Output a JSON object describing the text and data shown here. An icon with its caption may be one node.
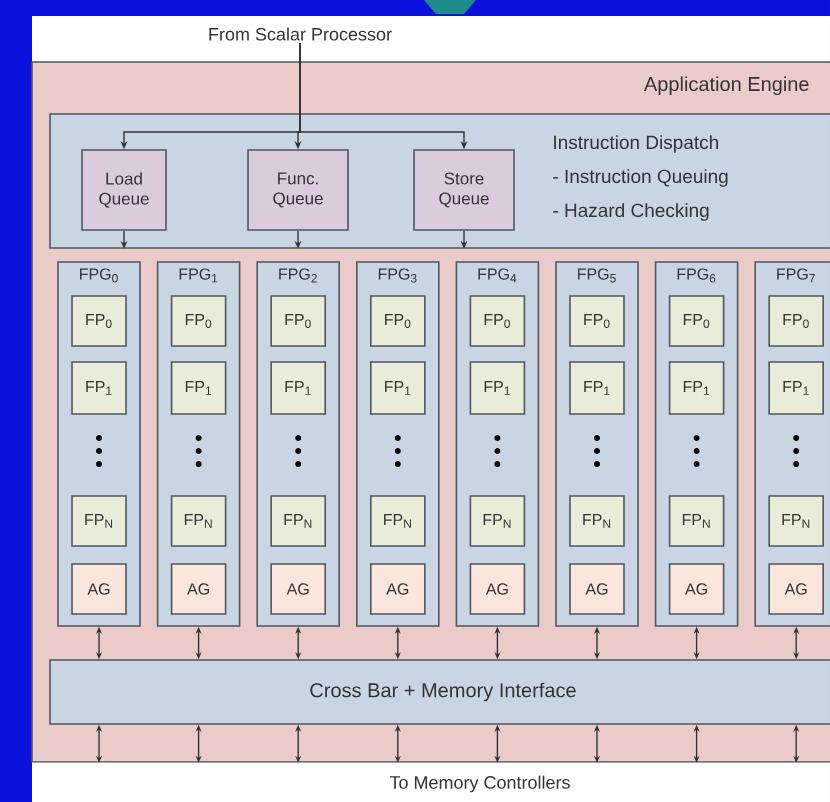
{
  "diagram": {
    "nodes": [
      {
        "text": [
          "From Scalar Processor"
        ]
      },
      {
        "text": [
          "Application Engine"
        ]
      },
      {
        "text": [
          "Instruction Dispatch",
          "- Instruction Queuing",
          "- Hazard Checking"
        ],
        "in": 1
      },
      {
        "text": [
          "Load Queue"
        ],
        "in": 2
      },
      {
        "text": [
          "Func. Queue"
        ],
        "in": 2
      },
      {
        "text": [
          "Store Queue"
        ],
        "in": 2
      },
      {
        "text": [
          "FPG$_{0}$"
        ],
        "in": 1
      },
      {
        "text": [
          "FP$_{0}$"
        ],
        "in": 6
      },
      {
        "text": [
          "FP$_{1}$"
        ],
        "in": 6
      },
      {
        "text": [
          "FP$_{N}$"
        ],
        "in": 6
      },
      {
        "text": [
          "AG"
        ],
        "in": 6
      },
      {
        "text": [
          "FPG$_{1}$"
        ],
        "in": 1
      },
      {
        "text": [
          "FP$_{0}$"
        ],
        "in": 11
      },
      {
        "text": [
          "FP$_{1}$"
        ],
        "in": 11
      },
      {
        "text": [
          "FP$_{N}$"
        ],
        "in": 11
      },
      {
        "text": [
          "AG"
        ],
        "in": 11
      },
      {
        "text": [
          "FPG$_{2}$"
        ],
        "in": 1
      },
      {
        "text": [
          "FP$_{0}$"
        ],
        "in": 16
      },
      {
        "text": [
          "FP$_{1}$"
        ],
        "in": 16
      },
      {
        "text": [
          "FP$_{N}$"
        ],
        "in": 16
      },
      {
        "text": [
          "AG"
        ],
        "in": 16
      },
      {
        "text": [
          "FPG$_{3}$"
        ],
        "in": 1
      },
      {
        "text": [
          "FP$_{0}$"
        ],
        "in": 21
      },
      {
        "text": [
          "FP$_{1}$"
        ],
        "in": 21
      },
      {
        "text": [
          "FP$_{N}$"
        ],
        "in": 21
      },
      {
        "text": [
          "AG"
        ],
        "in": 21
      },
      {
        "text": [
          "FPG$_{4}$"
        ],
        "in": 1
      },
      {
        "text": [
          "FP$_{0}$"
        ],
        "in": 26
      },
      {
        "text": [
          "FP$_{1}$"
        ],
        "in": 26
      },
      {
        "text": [
          "FP$_{N}$"
        ],
        "in": 26
      },
      {
        "text": [
          "AG"
        ],
        "in": 26
      },
      {
        "text": [
          "FPG$_{5}$"
        ],
        "in": 1
      },
      {
        "text": [
          "FP$_{0}$"
        ],
        "in": 31
      },
      {
        "text": [
          "FP$_{1}$"
        ],
        "in": 31
      },
      {
        "text": [
          "FP$_{N}$"
        ],
        "in": 31
      },
      {
        "text": [
          "AG"
        ],
        "in": 31
      },
      {
        "text": [
          "FPG$_{6}$"
        ],
        "in": 1
      },
      {
        "text": [
          "FP$_{0}$"
        ],
        "in": 36
      },
      {
        "text": [
          "FP$_{1}$"
        ],
        "in": 36
      },
      {
        "text": [
          "FP$_{N}$"
        ],
        "in": 36
      },
      {
        "text": [
          "AG"
        ],
        "in": 36
      },
      {
        "text": [
          "FPG$_{7}$"
        ],
        "in": 1
      },
      {
        "text": [
          "FP$_{0}$"
        ],
        "in": 41
      },
      {
        "text": [
          "FP$_{1}$"
        ],
        "in": 41
      },
      {
        "text": [
          "FP$_{N}$"
        ],
        "in": 41
      },
      {
        "text": [
          "AG"
        ],
        "in": 41
      },
      {
        "text": [
          "Cross Bar + Memory Interface"
        ],
        "in": 1
      },
      {
        "text": [
          "To Memory Controllers"
        ]
      }
    ],
    "edges": [
      {
        "from": 0,
        "to": 3,
        "arrow": "to"
      },
      {
        "from": 0,
        "to": 4,
        "arrow": "to"
      },
      {
        "from": 0,
        "to": 5,
        "arrow": "to"
      },
      {
        "from": 3,
        "to": null,
        "arrow": "to"
      },
      {
        "from": 4,
        "to": null,
        "arrow": "to"
      },
      {
        "from": 5,
        "to": null,
        "arrow": "to"
      },
      {
        "from": 6,
        "to": 46,
        "arrow": "both"
      },
      {
        "from": 11,
        "to": 46,
        "arrow": "both"
      },
      {
        "from": 16,
        "to": 46,
        "arrow": "both"
      },
      {
        "from": 21,
        "to": 46,
        "arrow": "both"
      },
      {
        "from": 26,
        "to": 46,
        "arrow": "both"
      },
      {
        "from": 31,
        "to": 46,
        "arrow": "both"
      },
      {
        "from": 36,
        "to": 46,
        "arrow": "both"
      },
      {
        "from": 41,
        "to": 46,
        "arrow": "both"
      },
      {
        "from": 46,
        "to": null,
        "arrow": "both"
      },
      {
        "from": 46,
        "to": null,
        "arrow": "both"
      },
      {
        "from": 46,
        "to": null,
        "arrow": "both"
      },
      {
        "from": 46,
        "to": 47,
        "arrow": "both"
      },
      {
        "from": 46,
        "to": 47,
        "arrow": "both"
      },
      {
        "from": 46,
        "to": null,
        "arrow": "both"
      },
      {
        "from": 46,
        "to": null,
        "arrow": "both"
      },
      {
        "from": 46,
        "to": null,
        "arrow": "both"
      }
    ]
  }
}
